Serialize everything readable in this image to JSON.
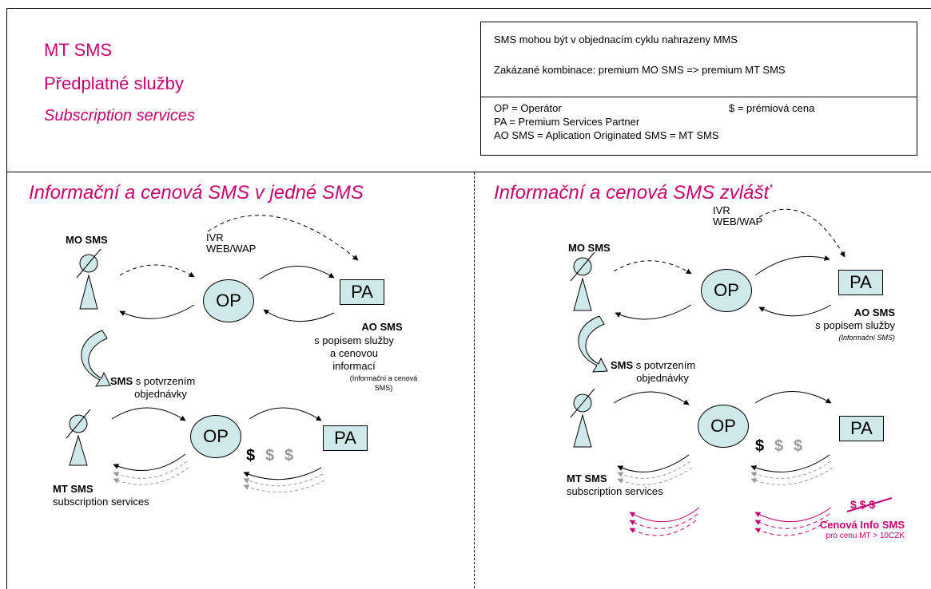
{
  "header": {
    "title": "MT SMS",
    "subtitle": "Předplatné služby",
    "subtitle_en": "Subscription services"
  },
  "infobox": {
    "line1": "SMS mohou být v objednacím cyklu nahrazeny MMS",
    "line2": "Zakázané kombinace:   premium MO SMS => premium MT SMS",
    "op_def": "OP = Operátor",
    "dollar_def": "$ = prémiová cena",
    "pa_def": "PA = Premium Services Partner",
    "ao_def": "AO SMS = Aplication Originated SMS = MT SMS"
  },
  "left": {
    "title": "Informační a cenová SMS v jedné SMS",
    "mo_sms": "MO SMS",
    "ivr": "IVR",
    "webwap": "WEB/WAP",
    "op_top": "OP",
    "pa_top": "PA",
    "ao_sms": "AO SMS",
    "ao_line1": "s popisem služby",
    "ao_line2": "a cenovou",
    "ao_line3": "informací",
    "ao_note1": "(Informační a cenová",
    "ao_note2": "SMS)",
    "sms_bold": "SMS",
    "sms_rest": " s potvrzením",
    "sms_line2": "objednávky",
    "op_bottom": "OP",
    "pa_bottom": "PA",
    "d1": "$",
    "d2": "$",
    "d3": "$",
    "mt_sms": "MT SMS",
    "mt_sub": "subscription services"
  },
  "right": {
    "title": "Informační a cenová SMS zvlášť",
    "ivr": "IVR",
    "webwap": "WEB/WAP",
    "mo_sms": "MO SMS",
    "op_top": "OP",
    "pa_top": "PA",
    "ao_sms": "AO SMS",
    "ao_line1": "s popisem služby",
    "ao_note": "(Informační SMS)",
    "sms_bold": "SMS",
    "sms_rest": " s potvrzením",
    "sms_line2": "objednávky",
    "op_bottom": "OP",
    "pa_bottom": "PA",
    "d1": "$",
    "d2": "$",
    "d3": "$",
    "mt_sms": "MT SMS",
    "mt_sub": "subscription services",
    "crossed": "$ $ $",
    "cenova": "Cenová Info SMS",
    "cenova_note": "pro cenu MT > 10CZK"
  },
  "colors": {
    "accent": "#c8006e",
    "node_fill": "#cfe8ea",
    "grey_dollar": "#999999"
  }
}
